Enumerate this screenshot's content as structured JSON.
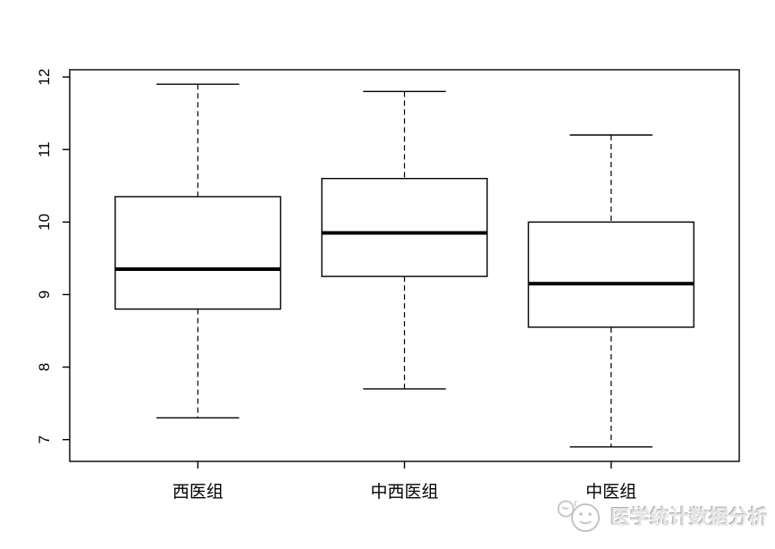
{
  "page": {
    "background": "#ffffff"
  },
  "watermark": {
    "icon": "wechat-logo",
    "text": "医学统计数据分析",
    "color": "#c4c4c4"
  },
  "chart_data": {
    "type": "boxplot",
    "title": "",
    "xlabel": "",
    "ylabel": "",
    "categories": [
      "西医组",
      "中西医组",
      "中医组"
    ],
    "boxes": [
      {
        "category": "西医组",
        "whisker_low": 7.3,
        "q1": 8.8,
        "median": 9.35,
        "q3": 10.35,
        "whisker_high": 11.9
      },
      {
        "category": "中西医组",
        "whisker_low": 7.7,
        "q1": 9.25,
        "median": 9.85,
        "q3": 10.6,
        "whisker_high": 11.8
      },
      {
        "category": "中医组",
        "whisker_low": 6.9,
        "q1": 8.55,
        "median": 9.15,
        "q3": 10.0,
        "whisker_high": 11.2
      }
    ],
    "x_positions": [
      1,
      2,
      3
    ],
    "y_ticks": [
      7,
      8,
      9,
      10,
      11,
      12
    ],
    "ylim": [
      6.7,
      12.1
    ],
    "xlim": [
      0.38,
      3.62
    ],
    "box_width": 0.8,
    "cap_width": 0.4,
    "grid": false,
    "frame": true,
    "legend_position": "none",
    "line_color": "#000000",
    "background_color": "#ffffff"
  }
}
